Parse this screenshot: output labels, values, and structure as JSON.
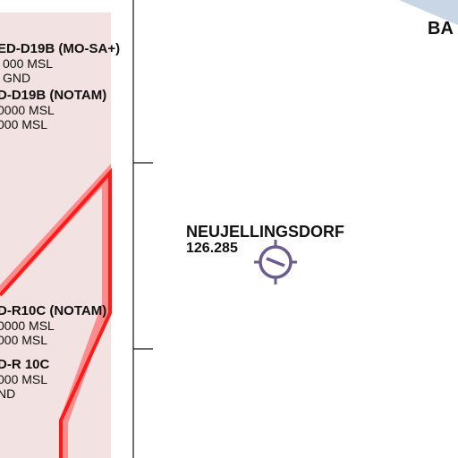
{
  "colors": {
    "airspace_fill": "#f2e2e2",
    "restricted_border": "#ff1a1a",
    "restricted_border_halo": "#ff8c8c",
    "grid_line": "#111111",
    "airfield_symbol": "#6b5b8f",
    "corner_wedge": "#c9d6e6"
  },
  "airspace_labels": [
    {
      "name": "ED-D19B (MO-SA+)",
      "upper": "000 MSL",
      "lower": "GND"
    },
    {
      "name": "D-D19B (NOTAM)",
      "upper": "0000 MSL",
      "lower": "000 MSL"
    },
    {
      "name": "D-R10C (NOTAM)",
      "upper": "0000 MSL",
      "lower": "000 MSL"
    },
    {
      "name": "D-R 10C",
      "upper": "000 MSL",
      "lower": "ND"
    }
  ],
  "airfield": {
    "name": "NEUJELLINGSDORF",
    "frequency": "126.285",
    "icon": "glider-airfield-icon"
  },
  "region_label": "BA"
}
